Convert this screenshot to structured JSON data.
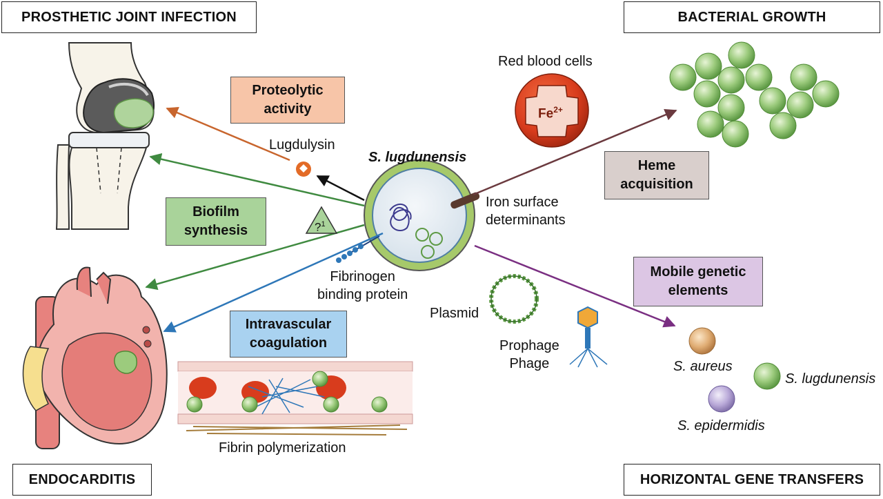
{
  "corners": {
    "top_left": "PROSTHETIC JOINT INFECTION",
    "top_right": "BACTERIAL GROWTH",
    "bottom_left": "ENDOCARDITIS",
    "bottom_right": "HORIZONTAL GENE TRANSFERS"
  },
  "mechanisms": {
    "proteolytic": [
      "Proteolytic",
      "activity"
    ],
    "biofilm": [
      "Biofilm",
      "synthesis"
    ],
    "intravascular": [
      "Intravascular",
      "coagulation"
    ],
    "heme": [
      "Heme",
      "acquisition"
    ],
    "mobile": [
      "Mobile genetic",
      "elements"
    ]
  },
  "labels": {
    "organism": "S. lugdunensis",
    "lugdulysin": "Lugdulysin",
    "unknown": "?",
    "unknown_sup": "1",
    "iron_surface": [
      "Iron surface",
      "determinants"
    ],
    "fibrinogen": [
      "Fibrinogen",
      "binding protein"
    ],
    "red_blood_cells": "Red blood cells",
    "fe": "Fe",
    "fe_sup": "2+",
    "plasmid": "Plasmid",
    "prophage": [
      "Prophage",
      "Phage"
    ],
    "fibrin": "Fibrin polymerization",
    "s_aureus": "S. aureus",
    "s_lugdunensis": "S. lugdunensis",
    "s_epidermidis": "S. epidermidis"
  },
  "colors": {
    "proteolytic_box": "#f7c5a8",
    "biofilm_box": "#a9d39a",
    "intravascular_box": "#a9d2f0",
    "heme_box": "#d9cfcc",
    "mobile_box": "#dcc6e4",
    "orange_arrow": "#c8652d",
    "green_arrow": "#3f8a40",
    "blue_arrow": "#2e77b8",
    "brown_arrow": "#6b3a3f",
    "purple_arrow": "#7a2f82",
    "bacteria_green": "#9ccb7d",
    "cell_wall": "#a6c96a"
  }
}
